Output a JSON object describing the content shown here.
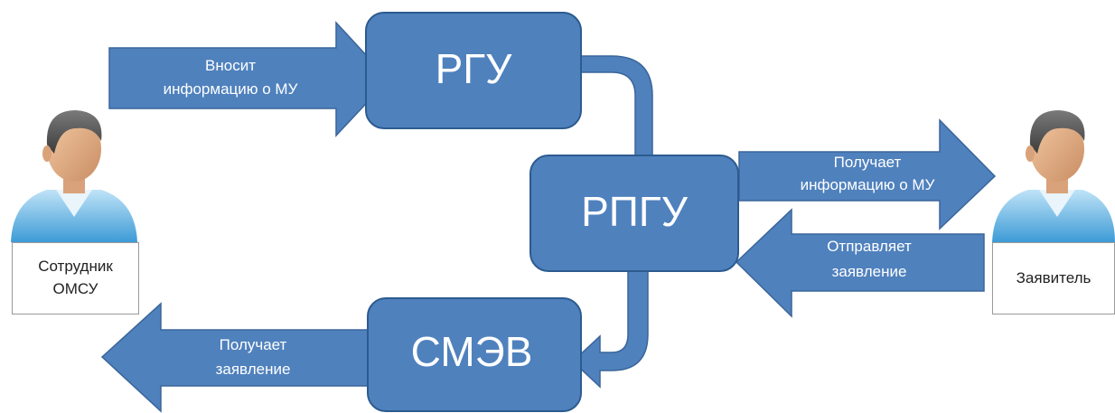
{
  "colors": {
    "box_fill": "#4f81bd",
    "box_stroke": "#2c5b8f",
    "arrow_fill": "#4f81bd",
    "arrow_stroke": "#3a659a",
    "text_on_blue": "#ffffff"
  },
  "nodes": {
    "rgu": "РГУ",
    "rpgu": "РПГУ",
    "smev": "СМЭВ"
  },
  "arrows": {
    "enters_info": [
      "Вносит",
      "информацию о МУ"
    ],
    "receives_info": [
      "Получает",
      "информацию о МУ"
    ],
    "sends_application": [
      "Отправляет",
      "заявление"
    ],
    "receives_application": [
      "Получает",
      "заявление"
    ]
  },
  "actors": {
    "employee": [
      "Сотрудник",
      "ОМСУ"
    ],
    "applicant": "Заявитель"
  },
  "icons": {
    "employee_avatar": "person-icon",
    "applicant_avatar": "person-icon"
  }
}
